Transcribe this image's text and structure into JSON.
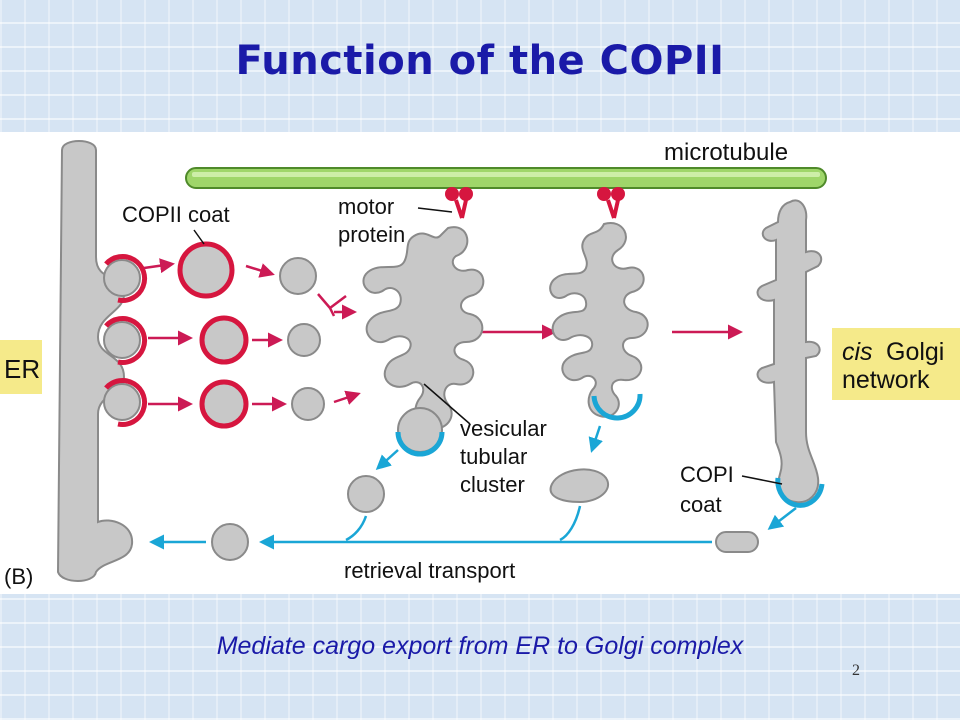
{
  "slide": {
    "title": "Function of the COPII",
    "caption": "Mediate cargo export from ER to Golgi complex",
    "page_number": "2"
  },
  "figure": {
    "labels": {
      "microtubule": "microtubule",
      "copii_coat": "COPII coat",
      "motor_protein_1": "motor",
      "motor_protein_2": "protein",
      "er": "ER",
      "cis_golgi_1": "cis",
      "cis_golgi_2": "Golgi",
      "cis_golgi_3": "network",
      "vtc_1": "vesicular",
      "vtc_2": "tubular",
      "vtc_3": "cluster",
      "copi_1": "COPI",
      "copi_2": "coat",
      "retrieval": "retrieval transport",
      "panel_label": "(B)"
    },
    "colors": {
      "membrane": "#c8c8c8",
      "membrane_outline": "#8a8a8a",
      "copii": "#d6163f",
      "copi": "#1aa6d6",
      "arrow_anterograde": "#cc1a55",
      "arrow_retrograde": "#1aa6d6",
      "microtubule": "#9fd66a",
      "highlight_box": "#f5ea8a"
    }
  }
}
